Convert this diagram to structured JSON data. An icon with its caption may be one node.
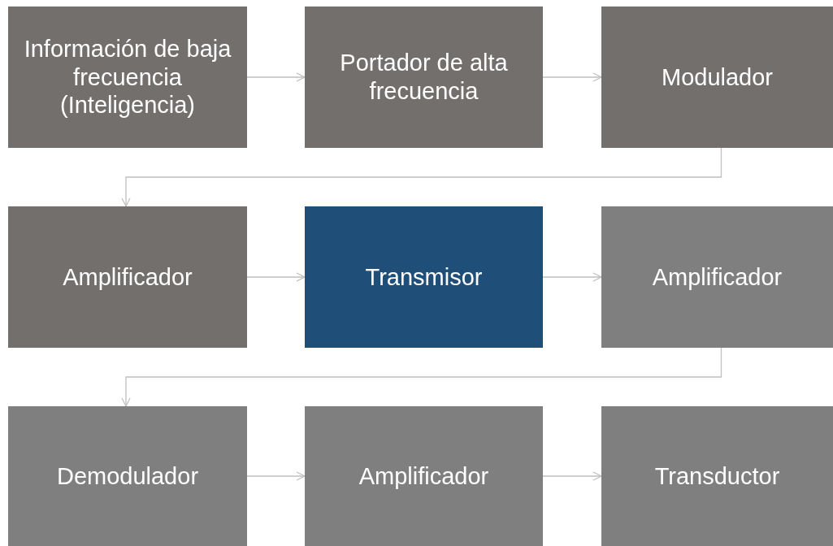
{
  "diagram": {
    "nodes": [
      {
        "text": [
          "Información de baja frecuencia (Inteligencia)"
        ]
      },
      {
        "text": [
          "Portador de alta frecuencia"
        ]
      },
      {
        "text": [
          "Modulador"
        ]
      },
      {
        "text": [
          "Amplificador"
        ]
      },
      {
        "text": [
          "Transmisor"
        ]
      },
      {
        "text": [
          "Amplificador"
        ]
      },
      {
        "text": [
          "Demodulador"
        ]
      },
      {
        "text": [
          "Amplificador"
        ]
      },
      {
        "text": [
          "Transductor"
        ]
      }
    ],
    "edges": [
      {
        "from": 0,
        "to": 1,
        "arrow": "to"
      },
      {
        "from": 1,
        "to": 2,
        "arrow": "to"
      },
      {
        "from": 2,
        "to": 3,
        "arrow": "to"
      },
      {
        "from": 3,
        "to": 4,
        "arrow": "to"
      },
      {
        "from": 4,
        "to": 5,
        "arrow": "to"
      },
      {
        "from": 5,
        "to": 6,
        "arrow": "to"
      },
      {
        "from": 6,
        "to": 7,
        "arrow": "to"
      },
      {
        "from": 7,
        "to": 8,
        "arrow": "to"
      }
    ]
  }
}
